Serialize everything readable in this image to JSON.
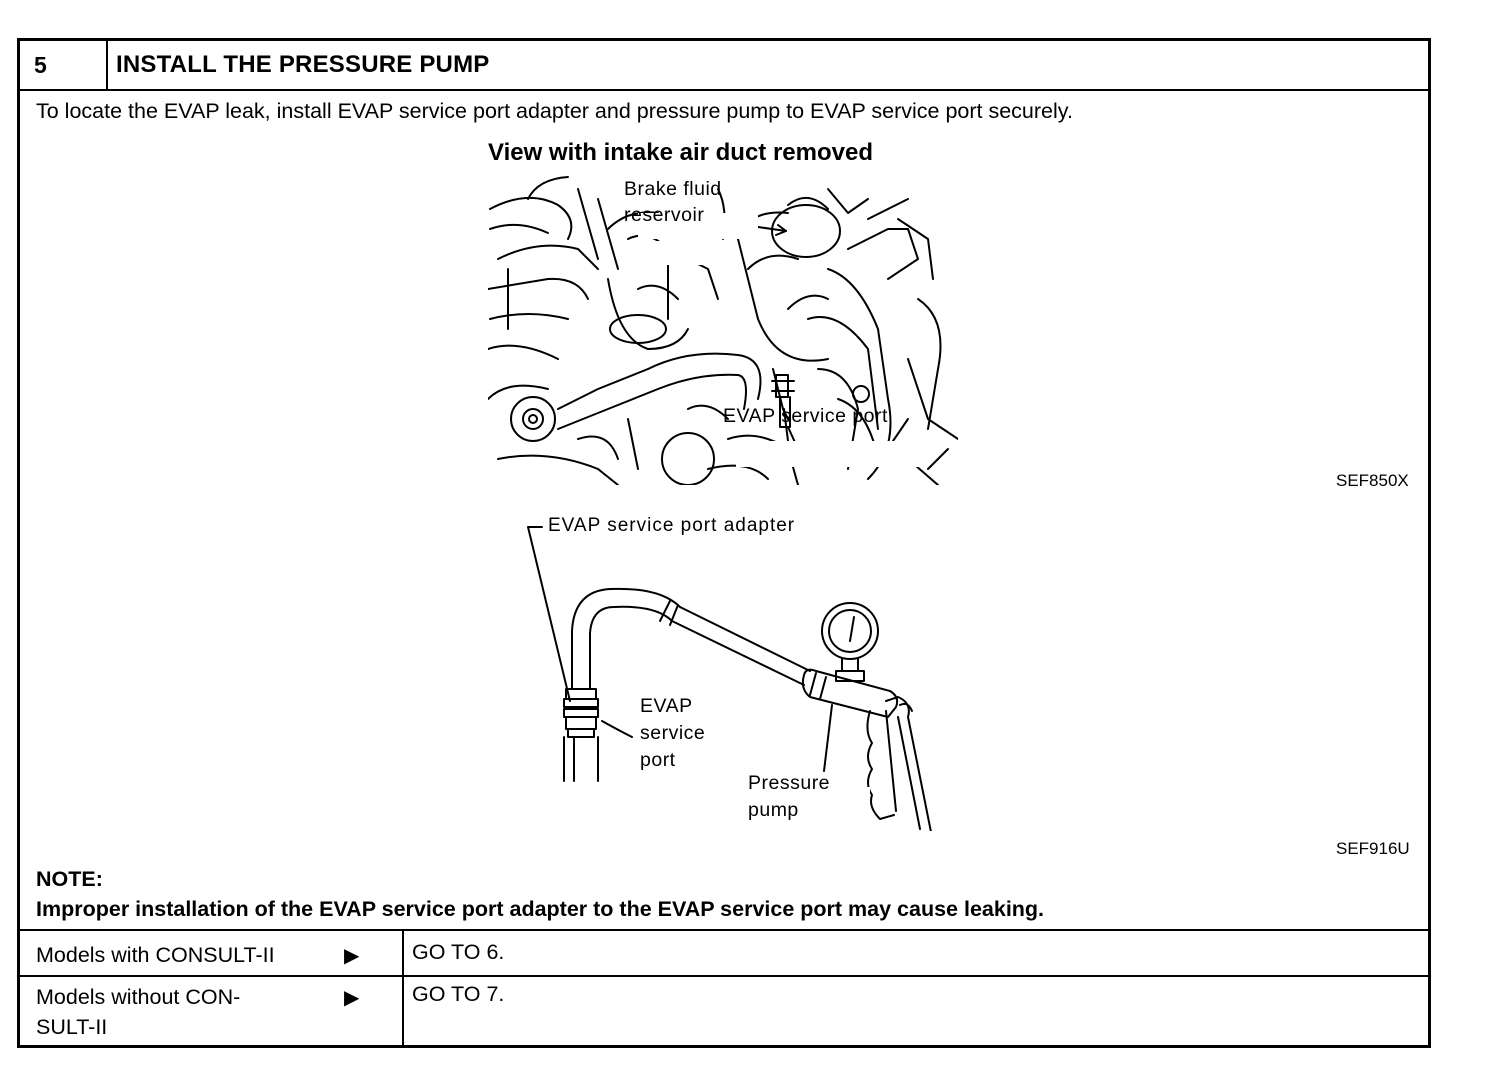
{
  "step": {
    "number": "5",
    "title": "INSTALL THE PRESSURE PUMP"
  },
  "intro": "To locate the EVAP leak, install EVAP service port adapter and pressure pump to EVAP service port securely.",
  "figure1": {
    "title": "View with intake air duct removed",
    "labels": {
      "brake_fluid_line1": "Brake fluid",
      "brake_fluid_line2": "reservoir",
      "evap_port": "EVAP service port"
    },
    "code": "SEF850X"
  },
  "figure2": {
    "labels": {
      "adapter": "EVAP service port adapter",
      "port_line1": "EVAP",
      "port_line2": "service",
      "port_line3": "port",
      "pump_line1": "Pressure",
      "pump_line2": "pump"
    },
    "code": "SEF916U"
  },
  "note": {
    "heading": "NOTE:",
    "body": "Improper installation of the EVAP service port adapter to the EVAP service port may cause leaking."
  },
  "branches": [
    {
      "condition_line1": "Models with CONSULT-II",
      "condition_line2": "",
      "arrow": "▶",
      "action": "GO TO 6."
    },
    {
      "condition_line1": "Models without CON-",
      "condition_line2": "SULT-II",
      "arrow": "▶",
      "action": "GO TO 7."
    }
  ]
}
